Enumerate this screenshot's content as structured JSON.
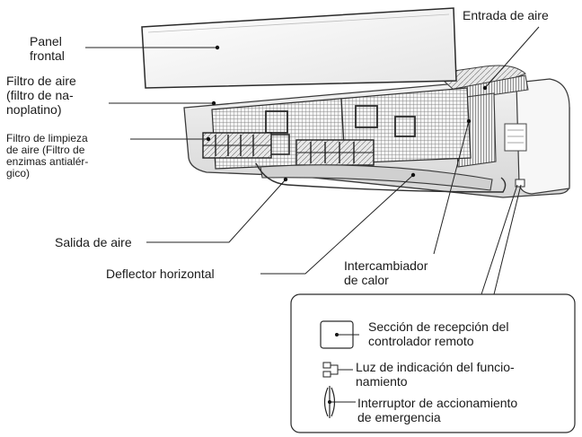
{
  "labels": {
    "entrada_aire": "Entrada de aire",
    "panel_frontal": [
      "Panel",
      "frontal"
    ],
    "filtro_aire": [
      "Filtro de aire",
      "(filtro de na-",
      "noplatino)"
    ],
    "filtro_limpieza": [
      "Filtro de limpieza",
      "de aire  (Filtro de",
      "enzimas antialér-",
      "gico)"
    ],
    "salida_aire": "Salida de aire",
    "deflector": "Deflector horizontal",
    "intercambiador": [
      "Intercambiador",
      "de calor"
    ],
    "receptor": [
      "Sección de recepción del",
      "controlador remoto"
    ],
    "luz": [
      "Luz de indicación del funcio-",
      "namiento"
    ],
    "interruptor": [
      "Interruptor de accionamiento",
      "de emergencia"
    ]
  }
}
